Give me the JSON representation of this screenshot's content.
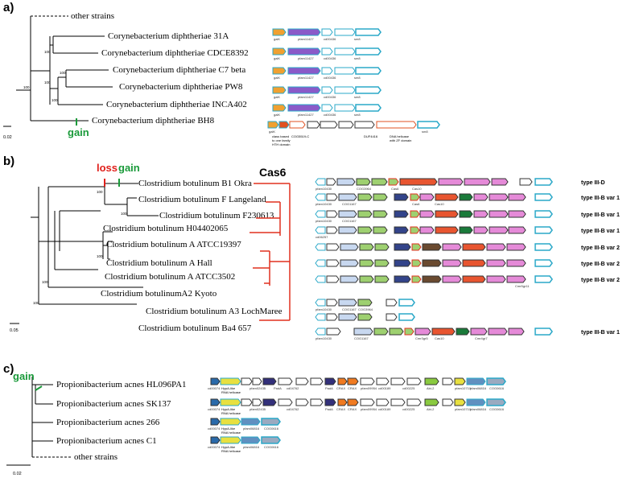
{
  "colors": {
    "gain": "#1a9a3a",
    "loss": "#e0201b",
    "bracket": "#e0301f",
    "gene_outline_default": "#2aa8c8"
  },
  "panels": {
    "a": {
      "label": "a)",
      "outgroup": "other strains",
      "taxa": [
        "Corynebacterium diphtheriae 31A",
        "Corynebacterium diphtheriae CDCE8392",
        "Corynebacterium diphtheriae C7 beta",
        "Corynebacterium diphtheriae PW8",
        "Corynebacterium diphtheriae INCA402",
        "Corynebacterium diphtheriae BH8"
      ],
      "bootstrap": [
        "100",
        "100",
        "100",
        "100",
        "100"
      ],
      "scale": "0.02",
      "event": "gain",
      "gene_labels": {
        "g1": "galK",
        "g2": "pfam11427",
        "g3": "cd00436",
        "g4": "sm8",
        "bh8_a": "class based",
        "bh8_b": "to one family",
        "bh8_c": "HTH domain",
        "bh8_d": "COG5519-C",
        "bh8_e": "DUF4416",
        "bh8_f": "DNA helicase",
        "bh8_g": "with ZF domain"
      }
    },
    "b": {
      "label": "b)",
      "taxa": [
        "Clostridium botulinum B1 Okra",
        "Clostridium botulinum F Langeland",
        "Clostridium botulinum F230613",
        "Clostridium botulinum H04402065",
        "Clostridium botulinum A ATCC19397",
        "Clostridium botulinum A Hall",
        "Clostridium botulinum A ATCC3502",
        "Clostridium botulinumA2 Kyoto",
        "Clostridium botulinum A3 LochMaree",
        "Clostridium botulinum Ba4 657"
      ],
      "bootstrap": [
        "100",
        "100",
        "100",
        "100",
        "100"
      ],
      "scale": "0.05",
      "loss": "loss",
      "gain": "gain",
      "bracket_label": "Cas6",
      "types": [
        "type III-D",
        "type III-B var 1",
        "type III-B var 1",
        "type III-B var 1",
        "type III-B var 2",
        "type III-B var 2",
        "type III-B var 2",
        "",
        "",
        "type III-B var 1"
      ],
      "gene_labels": {
        "l1": "pfam10430",
        "l2": "COG1167",
        "l3": "COG3964",
        "l4": "cd00562",
        "l5": "Cas6",
        "l6": "Cas10",
        "l7": "Cmr3gr5",
        "l8": "Csm4",
        "l9": "cd06257",
        "l10": "Cas10",
        "l11": "Cmr4gr7",
        "l12": "Cmr5gr11"
      }
    },
    "c": {
      "label": "c)",
      "outgroup": "other strains",
      "taxa": [
        "Propionibacterium acnes HL096PA1",
        "Propionibacterium acnes SK137",
        "Propionibacterium acnes 266",
        "Propionibacterium acnes C1"
      ],
      "scale": "0.02",
      "event": "gain",
      "gene_labels": {
        "p1": "cd00074",
        "p2": "HypA-like",
        "p3": "RNA helicase",
        "p4": "pfam02435",
        "p5": "PadA",
        "p6": "cd04762",
        "p7": "CRAX",
        "p8": "CRAX",
        "p9": "pfam09954",
        "p10": "cd00189",
        "p11": "cd00225",
        "p12": "Abi-2",
        "p13": "pfam10710",
        "p14": "pfam06816",
        "p15": "COG0616"
      }
    }
  }
}
